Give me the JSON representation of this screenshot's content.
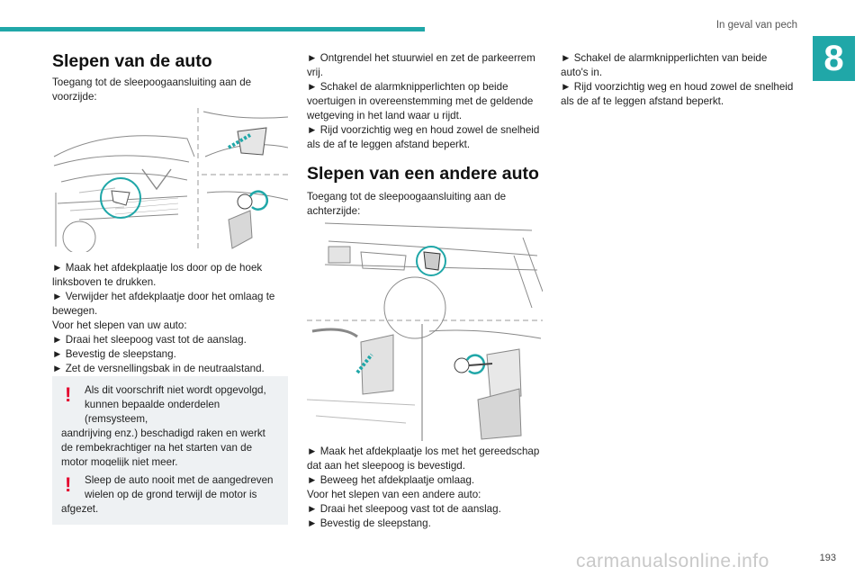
{
  "header": {
    "section": "In geval van pech",
    "chapter": "8"
  },
  "col1": {
    "title": "Slepen van de auto",
    "intro": "Toegang tot de sleepoogaansluiting aan de voorzijde:",
    "steps": [
      "► Maak het afdekplaatje los door op de hoek linksboven te drukken.",
      "► Verwijder het afdekplaatje door het omlaag te bewegen.",
      "Voor het slepen van uw auto:",
      "► Draai het sleepoog vast tot de aanslag.",
      "► Bevestig de sleepstang.",
      "► Zet de versnellingsbak in de neutraalstand."
    ],
    "warning1": {
      "first": "Als dit voorschrift niet wordt opgevolgd,",
      "second": "kunnen bepaalde onderdelen (remsysteem,",
      "rest": "aandrijving enz.) beschadigd raken en werkt de rembekrachtiger na het starten van de motor mogelijk niet meer."
    },
    "warning2": {
      "first": "Sleep de auto nooit met de aangedreven",
      "second": "wielen op de grond terwijl de motor is",
      "rest": "afgezet."
    }
  },
  "col2": {
    "steps_top": [
      "► Ontgrendel het stuurwiel en zet de parkeerrem vrij.",
      "► Schakel de alarmknipperlichten op beide voertuigen in overeenstemming met de geldende wetgeving in het land waar u rijdt.",
      "► Rijd voorzichtig weg en houd zowel de snelheid als de af te leggen afstand beperkt."
    ],
    "title": "Slepen van een andere auto",
    "intro": "Toegang tot de sleepoogaansluiting aan de achterzijde:",
    "steps_bottom": [
      "► Maak het afdekplaatje los met het gereedschap dat aan het sleepoog is bevestigd.",
      "► Beweeg het afdekplaatje omlaag.",
      "Voor het slepen van een andere auto:",
      "► Draai het sleepoog vast tot de aanslag.",
      "► Bevestig de sleepstang."
    ]
  },
  "col3": {
    "steps": [
      "► Schakel de alarmknipperlichten van beide auto's in.",
      "► Rijd voorzichtig weg en houd zowel de snelheid als de af te leggen afstand beperkt."
    ]
  },
  "footer": {
    "page": "193",
    "watermark": "carmanualsonline.info"
  },
  "colors": {
    "accent": "#20a7a8",
    "warning_red": "#e4032e",
    "warning_bg": "#eef1f3"
  }
}
